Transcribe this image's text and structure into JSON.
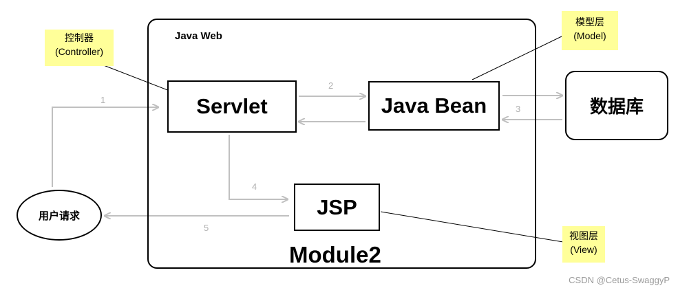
{
  "module": {
    "title": "Java Web",
    "name": "Module2"
  },
  "nodes": {
    "servlet": "Servlet",
    "javabean": "Java Bean",
    "database": "数据库",
    "jsp": "JSP",
    "user_request": "用户请求"
  },
  "notes": {
    "controller": {
      "line1": "控制器",
      "line2": "(Controller)"
    },
    "model": {
      "line1": "模型层",
      "line2": "(Model)"
    },
    "view": {
      "line1": "视图层",
      "line2": "(View)"
    }
  },
  "steps": [
    "1",
    "2",
    "3",
    "4",
    "5"
  ],
  "watermark": "CSDN @Cetus-SwaggyP",
  "colors": {
    "note_background": "#ffff99",
    "arrow_gray": "#c0c0c0",
    "border": "#000000"
  }
}
